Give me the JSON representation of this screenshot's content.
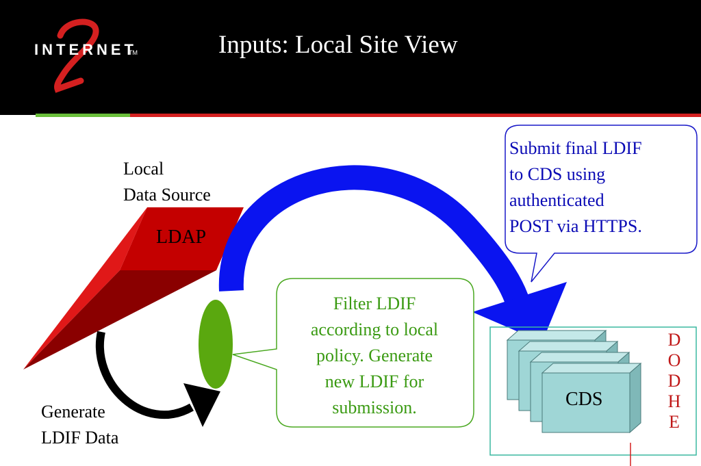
{
  "header": {
    "logo_text": "INTERNET",
    "logo_numeral": "2",
    "logo_tm": "TM",
    "title": "Inputs: Local Site View"
  },
  "diagram": {
    "source_label": [
      "Local",
      "Data Source"
    ],
    "ldap_label": "LDAP",
    "generate_label": [
      "Generate",
      "LDIF Data"
    ],
    "filter_callout": [
      "Filter LDIF",
      "according to local",
      "policy.  Generate",
      "new LDIF for",
      "submission."
    ],
    "submit_callout": [
      "Submit final LDIF",
      "to CDS using",
      "authenticated",
      "POST via HTTPS."
    ],
    "cds_label": "CDS",
    "vertical_letters": [
      "D",
      "O",
      "D",
      "H",
      "E"
    ]
  },
  "colors": {
    "header_bg": "#000000",
    "accent_red": "#d42020",
    "accent_green": "#6abf3a",
    "arrow_blue": "#0a14f0",
    "callout_blue_text": "#0a0ab5",
    "callout_green_text": "#3a9a12",
    "server_fill": "#9fd6d6"
  },
  "icons": [
    "internet2-logo-icon",
    "ldap-wedge-icon",
    "curved-arrow-icon",
    "server-stack-icon"
  ]
}
